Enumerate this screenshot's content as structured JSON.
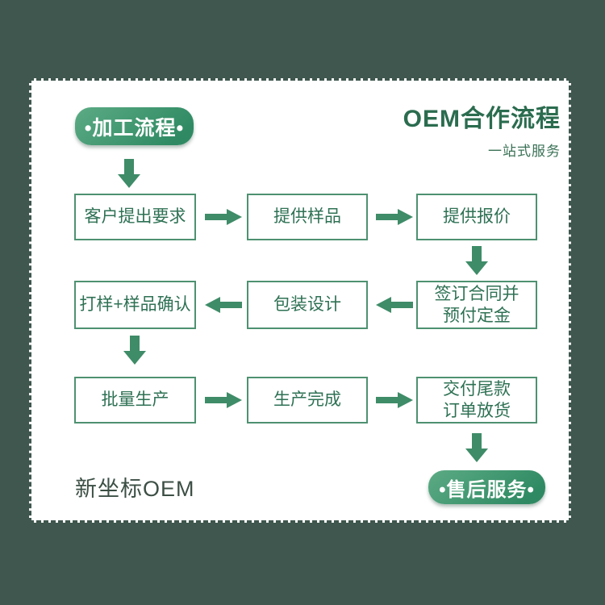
{
  "header": {
    "badge": "•加工流程•",
    "title": "OEM合作流程",
    "subtitle": "一站式服务"
  },
  "flow": {
    "rows": [
      {
        "direction": "right",
        "boxes": [
          "客户提出要求",
          "提供样品",
          "提供报价"
        ]
      },
      {
        "direction": "left",
        "boxes": [
          "打样+样品确认",
          "包装设计",
          "签订合同并\n预付定金"
        ]
      },
      {
        "direction": "right",
        "boxes": [
          "批量生产",
          "生产完成",
          "交付尾款\n订单放货"
        ]
      }
    ],
    "end_badge": "•售后服务•"
  },
  "footer": {
    "brand": "新坐标OEM"
  },
  "colors": {
    "background": "#3f574e",
    "card": "#ffffff",
    "box_border": "#4e9171",
    "box_text": "#2e7154",
    "arrow": "#3f8c68",
    "badge_gradient_start": "#5cab85",
    "badge_gradient_end": "#2f8a63",
    "title": "#2b6c4f",
    "subtitle": "#3a7156",
    "brand_text": "#3c4f45"
  }
}
